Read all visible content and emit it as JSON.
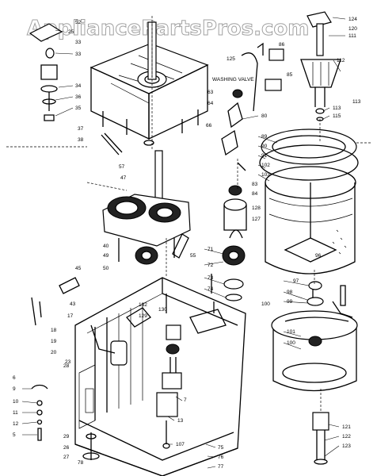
{
  "watermark": "AppliancePartsPros.com",
  "annotation_label": "WASHING VALVE",
  "callouts": [
    "124",
    "111",
    "113",
    "120",
    "112",
    "113",
    "115",
    "25",
    "34",
    "33",
    "36",
    "33",
    "35",
    "52",
    "37",
    "38",
    "57",
    "47",
    "40",
    "49",
    "50",
    "55",
    "45",
    "43",
    "17",
    "19",
    "18",
    "20",
    "28",
    "29",
    "26",
    "27",
    "9",
    "10",
    "11",
    "12",
    "5",
    "6",
    "86",
    "64",
    "63",
    "80",
    "85",
    "66",
    "125",
    "102",
    "103",
    "91",
    "90",
    "89",
    "83",
    "84",
    "71",
    "72",
    "73",
    "74",
    "100",
    "97",
    "96",
    "99",
    "98",
    "101",
    "127",
    "128",
    "100",
    "121",
    "122",
    "123",
    "132",
    "129",
    "130",
    "23",
    "7",
    "13",
    "107",
    "75",
    "76",
    "77",
    "78"
  ]
}
